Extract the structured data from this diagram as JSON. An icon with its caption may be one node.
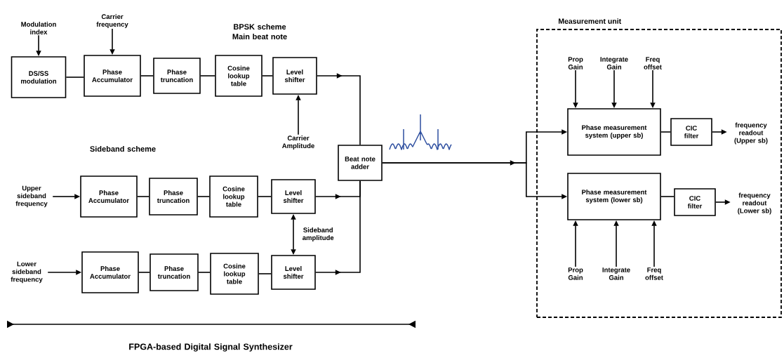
{
  "diagram": {
    "nodes": [
      {
        "text": [
          "Modulation index"
        ]
      },
      {
        "text": [
          "Carrier frequency"
        ]
      },
      {
        "text": [
          "DS/SS modulation"
        ]
      },
      {
        "text": [
          "Phase Accumulator"
        ]
      },
      {
        "text": [
          "Phase truncation"
        ]
      },
      {
        "text": [
          "Cosine lookup table"
        ]
      },
      {
        "text": [
          "Level shifter"
        ]
      },
      {
        "text": [
          "Carrier Amplitude"
        ]
      },
      {
        "text": [
          "Beat note adder"
        ]
      },
      {
        "text": [
          "Upper sideband frequency"
        ]
      },
      {
        "text": [
          "Phase Accumulator"
        ]
      },
      {
        "text": [
          "Phase truncation"
        ]
      },
      {
        "text": [
          "Cosine lookup table"
        ]
      },
      {
        "text": [
          "Level shifter"
        ]
      },
      {
        "text": [
          "Lower sideband frequency"
        ]
      },
      {
        "text": [
          "Phase Accumulator"
        ]
      },
      {
        "text": [
          "Phase truncation"
        ]
      },
      {
        "text": [
          "Cosine lookup table"
        ]
      },
      {
        "text": [
          "Level shifter"
        ]
      },
      {
        "text": [
          "Measurement unit"
        ]
      },
      {
        "text": [
          "Prop Gain"
        ],
        "in": 19
      },
      {
        "text": [
          "Integrate Gain"
        ],
        "in": 19
      },
      {
        "text": [
          "Freq offset"
        ],
        "in": 19
      },
      {
        "text": [
          "Phase measurement system (upper sb)"
        ],
        "in": 19
      },
      {
        "text": [
          "CIC filter"
        ],
        "in": 19
      },
      {
        "text": [
          "frequency readout (Upper sb)"
        ],
        "in": 19
      },
      {
        "text": [
          "Phase measurement system (lower sb)"
        ],
        "in": 19
      },
      {
        "text": [
          "CIC filter"
        ],
        "in": 19
      },
      {
        "text": [
          "frequency readout (Lower sb)"
        ],
        "in": 19
      },
      {
        "text": [
          "Prop Gain"
        ],
        "in": 19
      },
      {
        "text": [
          "Integrate Gain"
        ],
        "in": 19
      },
      {
        "text": [
          "Freq offset"
        ],
        "in": 19
      }
    ],
    "edges": [
      {
        "from": 0,
        "to": 2,
        "arrow": "to"
      },
      {
        "from": 1,
        "to": 3,
        "arrow": "to"
      },
      {
        "from": 2,
        "to": 3,
        "arrow": "none"
      },
      {
        "from": 3,
        "to": 4,
        "arrow": "none"
      },
      {
        "from": 4,
        "to": 5,
        "arrow": "none"
      },
      {
        "from": 5,
        "to": 6,
        "arrow": "none"
      },
      {
        "from": 7,
        "to": 6,
        "arrow": "to"
      },
      {
        "from": 6,
        "to": 8,
        "arrow": "to"
      },
      {
        "from": 9,
        "to": 10,
        "arrow": "to"
      },
      {
        "from": 10,
        "to": 11,
        "arrow": "none"
      },
      {
        "from": 11,
        "to": 12,
        "arrow": "none"
      },
      {
        "from": 12,
        "to": 13,
        "arrow": "none"
      },
      {
        "from": 13,
        "to": 8,
        "arrow": "to"
      },
      {
        "from": 14,
        "to": 15,
        "arrow": "to"
      },
      {
        "from": 15,
        "to": 16,
        "arrow": "none"
      },
      {
        "from": 16,
        "to": 17,
        "arrow": "none"
      },
      {
        "from": 17,
        "to": 18,
        "arrow": "none"
      },
      {
        "from": 18,
        "to": 8,
        "arrow": "to"
      },
      {
        "from": 13,
        "to": 18,
        "arrow": "both",
        "label": "Sideband amplitude"
      },
      {
        "from": 8,
        "to": 23,
        "arrow": "to"
      },
      {
        "from": 8,
        "to": 26,
        "arrow": "to"
      },
      {
        "from": 20,
        "to": 23,
        "arrow": "to"
      },
      {
        "from": 21,
        "to": 23,
        "arrow": "to"
      },
      {
        "from": 22,
        "to": 23,
        "arrow": "to"
      },
      {
        "from": 23,
        "to": 24,
        "arrow": "none"
      },
      {
        "from": 24,
        "to": 25,
        "arrow": "to"
      },
      {
        "from": 26,
        "to": 27,
        "arrow": "none"
      },
      {
        "from": 27,
        "to": 28,
        "arrow": "to"
      },
      {
        "from": 29,
        "to": 26,
        "arrow": "to"
      },
      {
        "from": 30,
        "to": 26,
        "arrow": "to"
      },
      {
        "from": 31,
        "to": 26,
        "arrow": "to"
      }
    ],
    "labels": [
      "BPSK scheme Main beat note",
      "Sideband scheme",
      "FPGA-based Digital Signal Synthesizer"
    ]
  }
}
